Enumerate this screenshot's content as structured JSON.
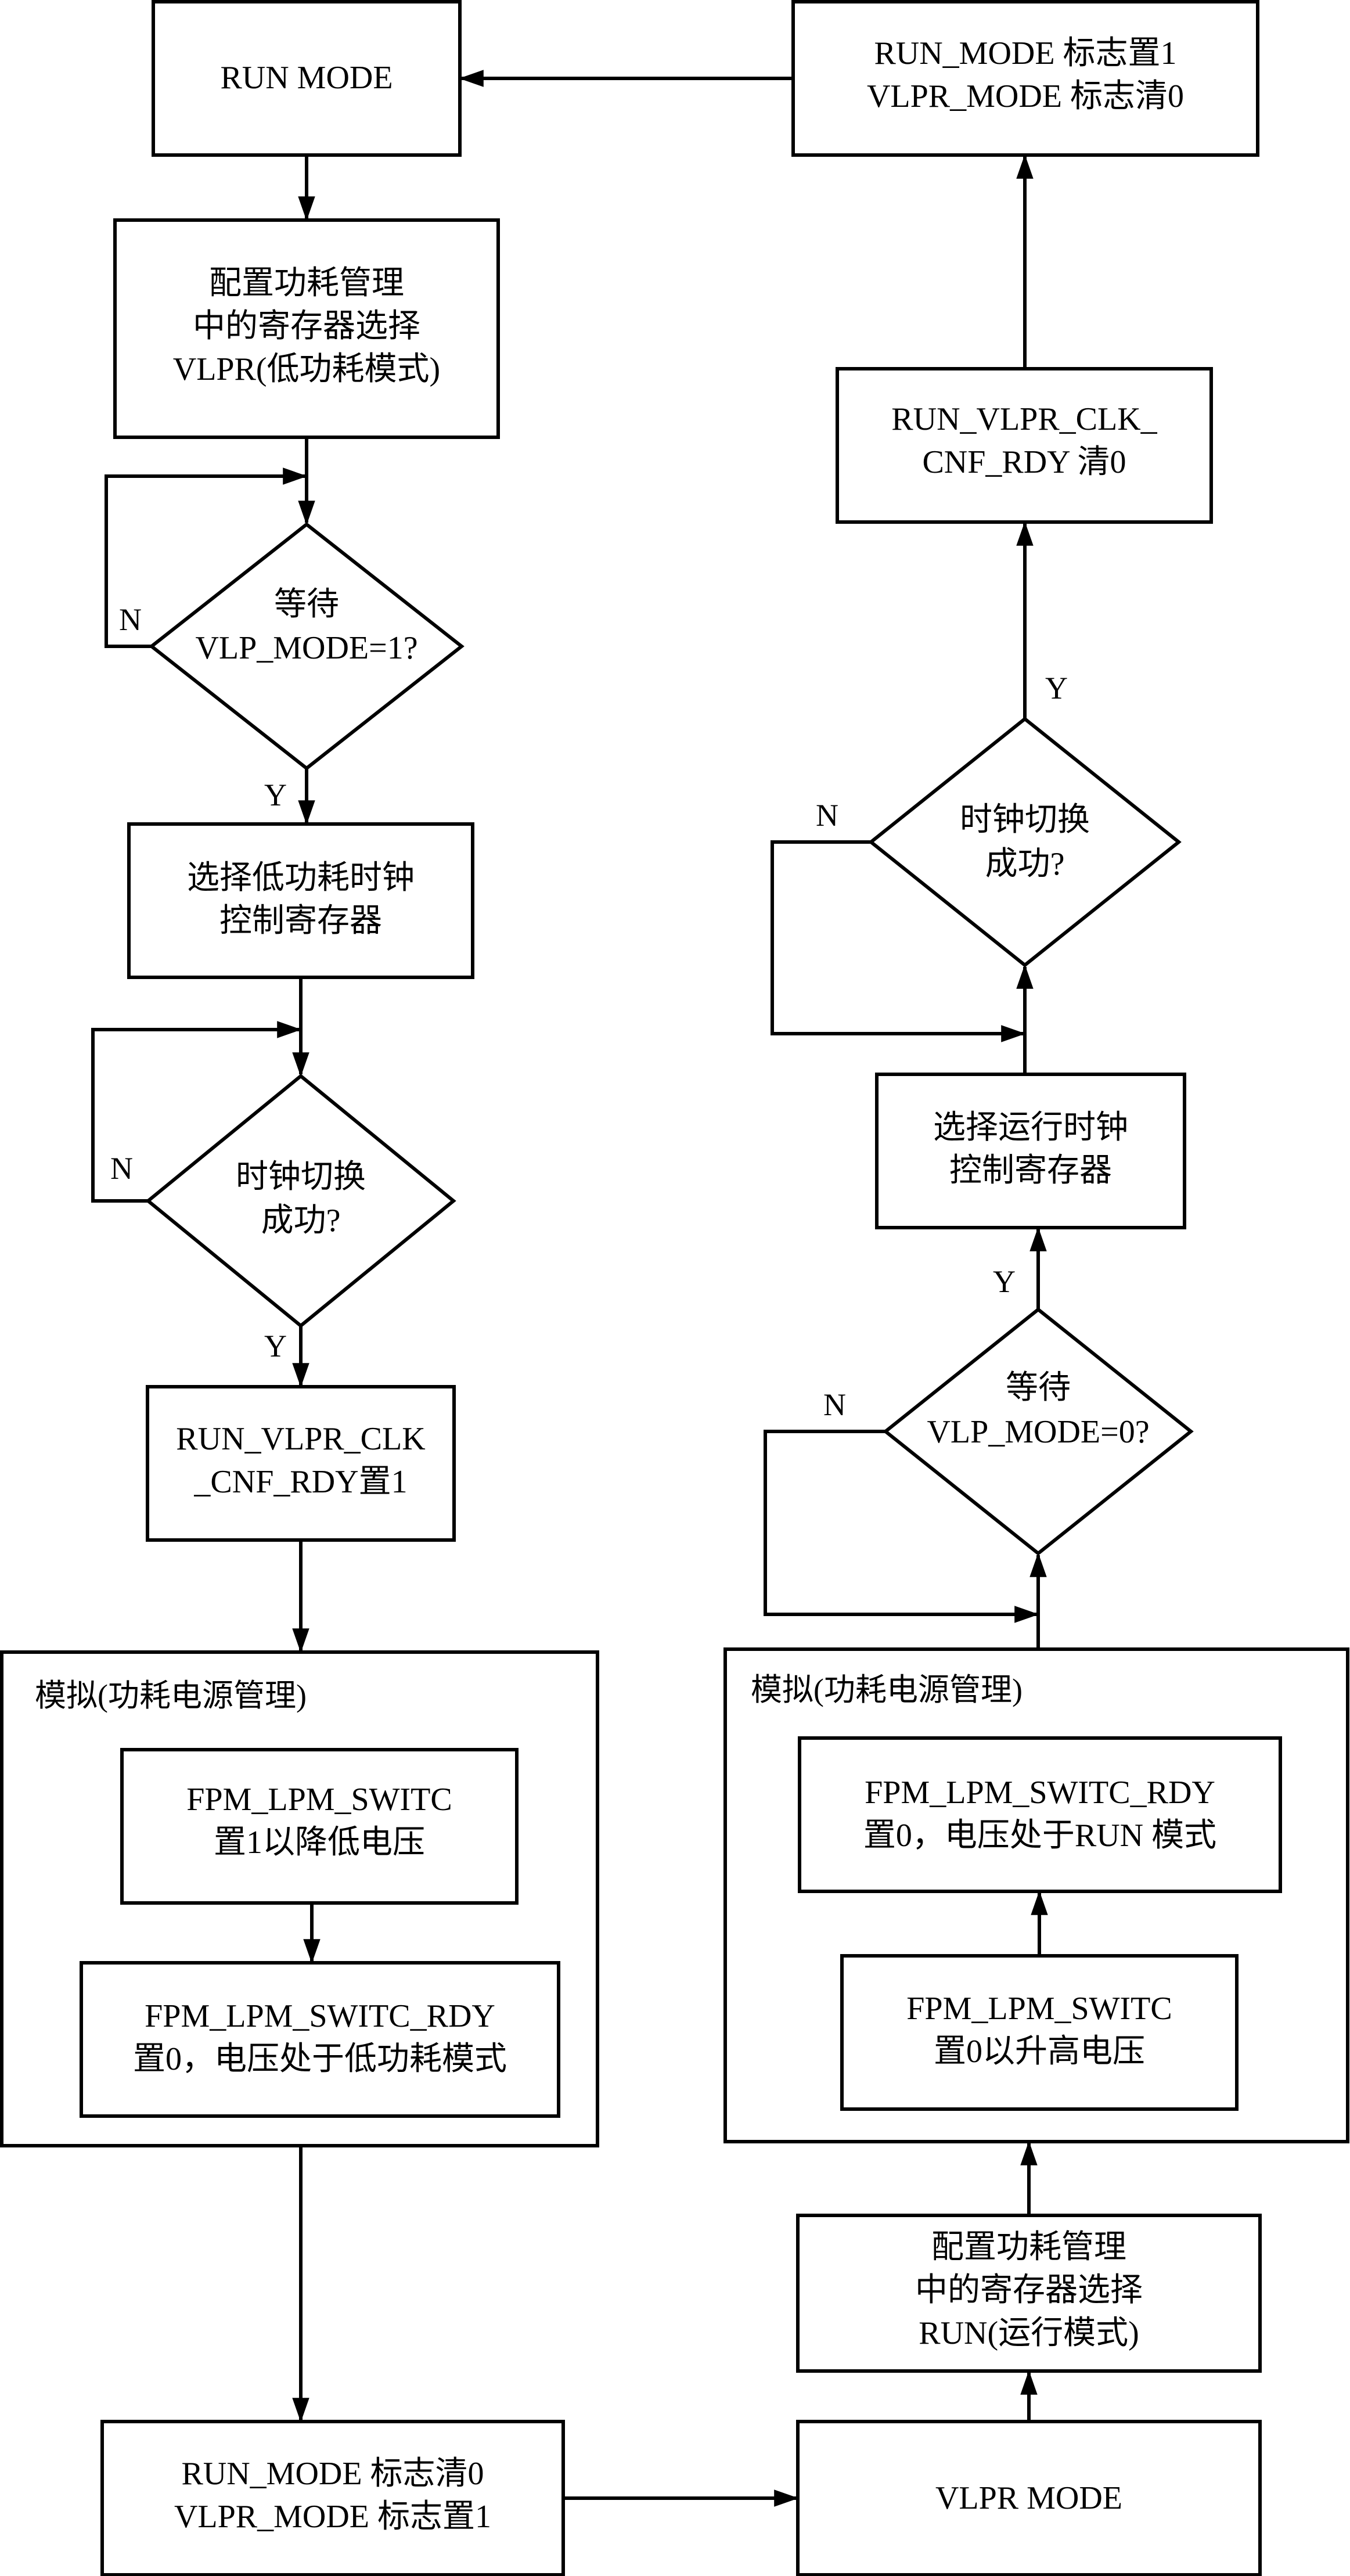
{
  "nodes": {
    "run_mode": "RUN MODE",
    "cfg_vlpr": [
      "配置功耗管理",
      "中的寄存器选择",
      "VLPR(低功耗模式)"
    ],
    "wait_vlp1": [
      "等待",
      "VLP_MODE=1?"
    ],
    "sel_lp_clk": [
      "选择低功耗时钟",
      "控制寄存器"
    ],
    "clk_ok_left": [
      "时钟切换",
      "成功?"
    ],
    "rdy_set1": [
      "RUN_VLPR_CLK",
      "_CNF_RDY置1"
    ],
    "sw_set1": [
      "FPM_LPM_SWITC",
      "置1以降低电压"
    ],
    "rdy_clr_low": [
      "FPM_LPM_SWITC_RDY",
      "置0，电压处于低功耗模式"
    ],
    "flags_to_vlpr": [
      "RUN_MODE 标志清0",
      "VLPR_MODE 标志置1"
    ],
    "vlpr_mode": "VLPR MODE",
    "cfg_run": [
      "配置功耗管理",
      "中的寄存器选择",
      "RUN(运行模式)"
    ],
    "sw_set0": [
      "FPM_LPM_SWITC",
      "置0以升高电压"
    ],
    "rdy_clr_run": [
      "FPM_LPM_SWITC_RDY",
      "置0，电压处于RUN 模式"
    ],
    "wait_vlp0": [
      "等待",
      "VLP_MODE=0?"
    ],
    "sel_run_clk": [
      "选择运行时钟",
      "控制寄存器"
    ],
    "clk_ok_right": [
      "时钟切换",
      "成功?"
    ],
    "rdy_clr0": [
      "RUN_VLPR_CLK_",
      "CNF_RDY 清0"
    ],
    "flags_to_run": [
      "RUN_MODE 标志置1",
      "VLPR_MODE 标志清0"
    ]
  },
  "groups": {
    "left": "模拟(功耗电源管理)",
    "right": "模拟(功耗电源管理)"
  },
  "labels": {
    "yes": "Y",
    "no": "N"
  }
}
